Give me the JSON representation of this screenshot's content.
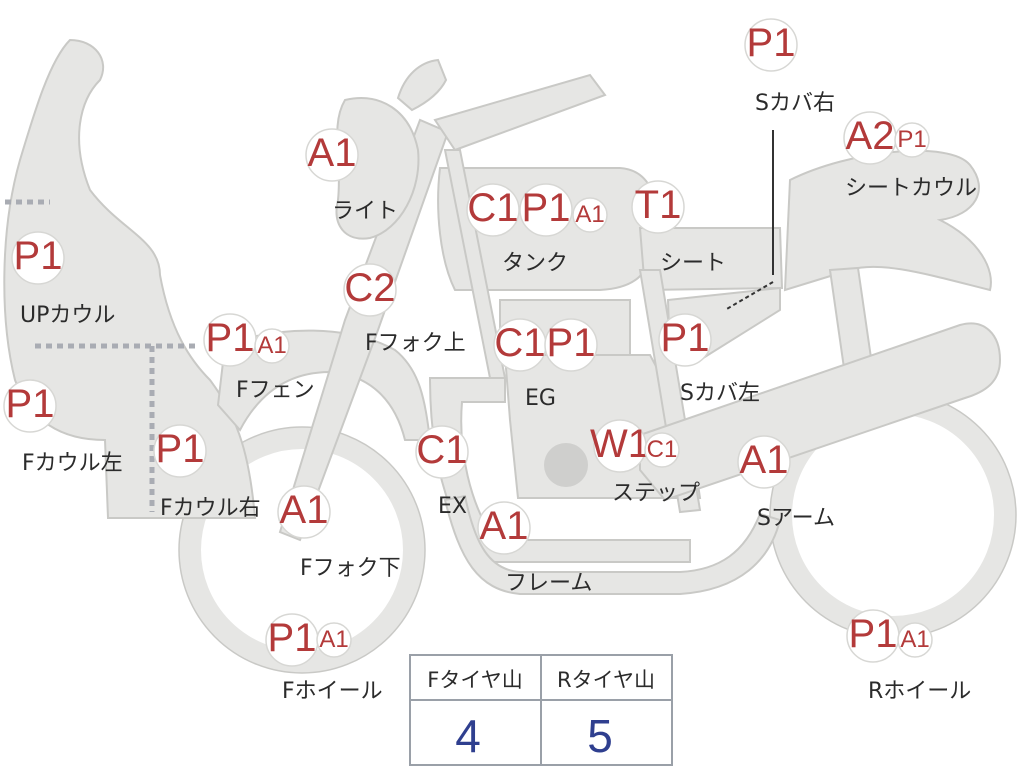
{
  "parts": [
    {
      "id": "up-cowl",
      "label": "UPカウル",
      "codes": [
        "P1"
      ]
    },
    {
      "id": "light",
      "label": "ライト",
      "codes": [
        "A1"
      ]
    },
    {
      "id": "tank",
      "label": "タンク",
      "codes": [
        "C1",
        "P1",
        "A1"
      ]
    },
    {
      "id": "seat",
      "label": "シート",
      "codes": [
        "T1"
      ]
    },
    {
      "id": "s-cover-right",
      "label": "Sカバ右",
      "codes": [
        "P1"
      ]
    },
    {
      "id": "seat-cowl",
      "label": "シートカウル",
      "codes": [
        "A2",
        "P1"
      ]
    },
    {
      "id": "f-fork-upper",
      "label": "Fフォク上",
      "codes": [
        "C2"
      ]
    },
    {
      "id": "f-fender",
      "label": "Fフェン",
      "codes": [
        "P1",
        "A1"
      ]
    },
    {
      "id": "engine",
      "label": "EG",
      "codes": [
        "C1",
        "P1"
      ]
    },
    {
      "id": "s-cover-left",
      "label": "Sカバ左",
      "codes": [
        "P1"
      ]
    },
    {
      "id": "f-cowl-left",
      "label": "Fカウル左",
      "codes": [
        "P1"
      ]
    },
    {
      "id": "f-cowl-right",
      "label": "Fカウル右",
      "codes": [
        "P1"
      ]
    },
    {
      "id": "exhaust",
      "label": "EX",
      "codes": [
        "C1"
      ]
    },
    {
      "id": "step",
      "label": "ステップ",
      "codes": [
        "W1",
        "C1"
      ]
    },
    {
      "id": "swing-arm",
      "label": "Sアーム",
      "codes": [
        "A1"
      ]
    },
    {
      "id": "f-fork-lower",
      "label": "Fフォク下",
      "codes": [
        "A1"
      ]
    },
    {
      "id": "frame",
      "label": "フレーム",
      "codes": [
        "A1"
      ]
    },
    {
      "id": "f-wheel",
      "label": "Fホイール",
      "codes": [
        "P1",
        "A1"
      ]
    },
    {
      "id": "r-wheel",
      "label": "Rホイール",
      "codes": [
        "P1",
        "A1"
      ]
    }
  ],
  "tire_table": {
    "front": {
      "header": "Fタイヤ山",
      "value": "4"
    },
    "rear": {
      "header": "Rタイヤ山",
      "value": "5"
    }
  },
  "colors": {
    "code": "#b33a3a",
    "value": "#2f3f8f",
    "part": "#e6e6e4"
  }
}
